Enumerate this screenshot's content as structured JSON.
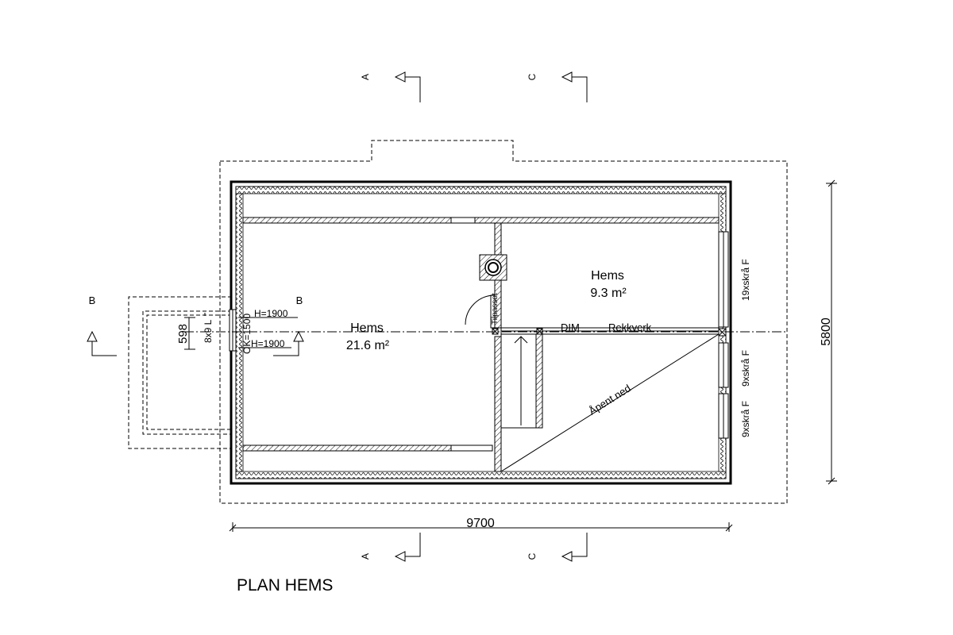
{
  "title": "PLAN HEMS",
  "rooms": [
    {
      "name": "Hems",
      "area": "21.6 m²"
    },
    {
      "name": "Hems",
      "area": "9.3 m²"
    }
  ],
  "dimensions": {
    "width": "9700",
    "depth": "5800",
    "window_offset": "598"
  },
  "section_markers": {
    "a": "A",
    "b": "B",
    "c": "C"
  },
  "labels": {
    "tilpasset": "Tilpasset",
    "dim": "DIM",
    "rekkverk": "Rekkverk",
    "apent_ned": "Åpent ned",
    "h1900_top": "H=1900",
    "h1900_bottom": "H=1900",
    "window_size": "8x9 L",
    "ok_height": "OK=1500",
    "skylight_19": "19xskrå F",
    "skylight_9a": "9xskrå F",
    "skylight_9b": "9xskrå F"
  }
}
